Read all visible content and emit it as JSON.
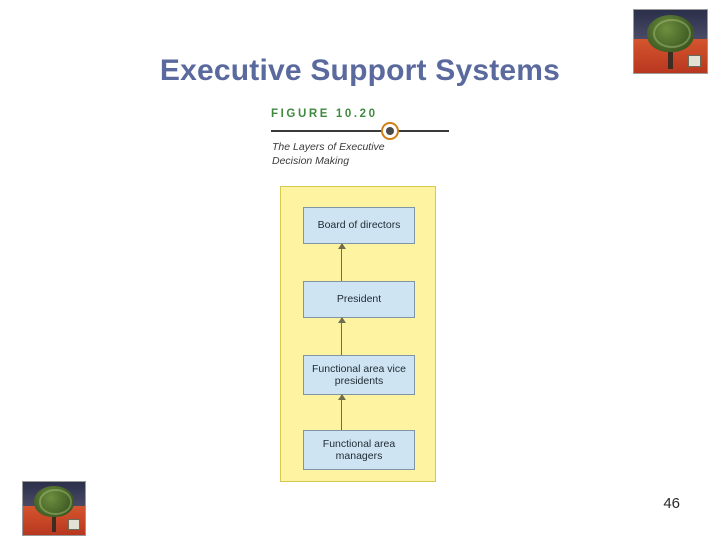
{
  "slide": {
    "title": "Executive Support Systems",
    "page_number": "46"
  },
  "figure": {
    "label": "FIGURE 10.20",
    "caption_line1": "The Layers of Executive",
    "caption_line2": "Decision Making",
    "accent_color": "#3f8a3f",
    "panel_color": "#fdf3a0",
    "node_color": "#cfe4f2",
    "nodes": [
      {
        "label": "Board of directors"
      },
      {
        "label": "President"
      },
      {
        "label": "Functional area vice presidents"
      },
      {
        "label": "Functional area managers"
      }
    ]
  },
  "decorations": {
    "top_right_image": "tree-artwork",
    "bottom_left_image": "tree-artwork"
  }
}
